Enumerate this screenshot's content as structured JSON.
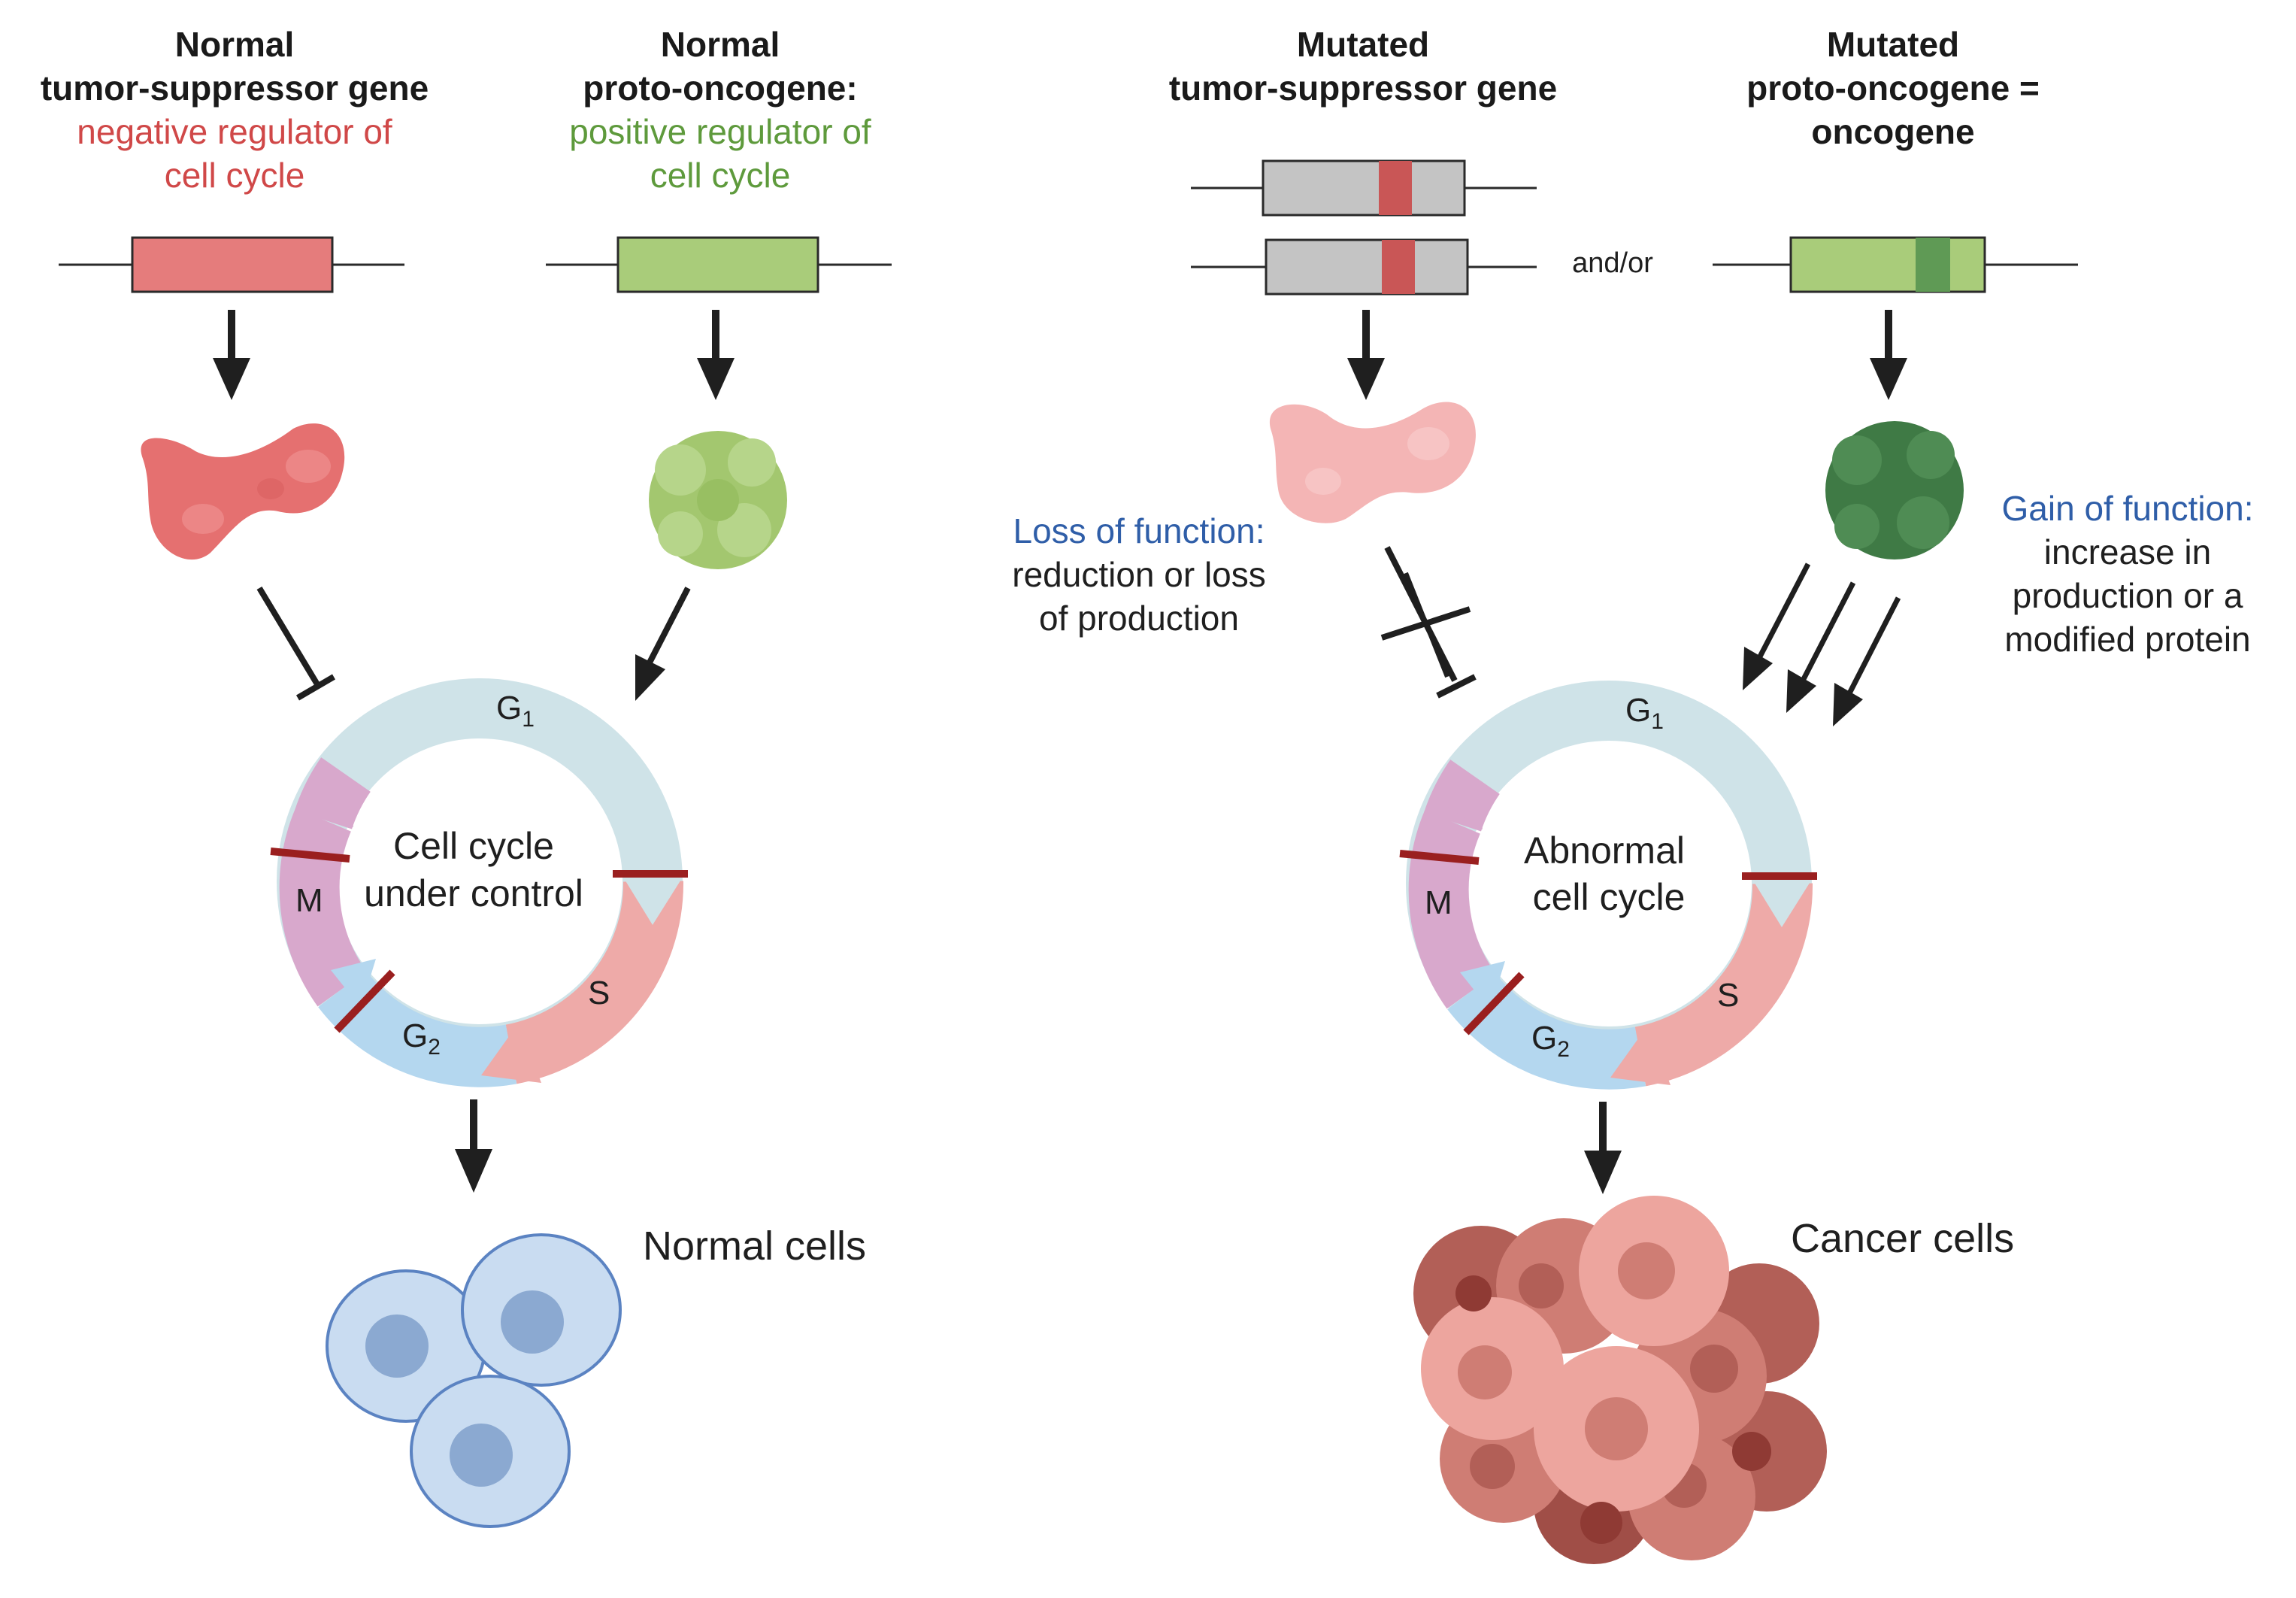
{
  "colors": {
    "title": "#1a1a1a",
    "negative": "#d04848",
    "positive": "#5e9a3c",
    "function_label": "#2f5ea8",
    "text": "#1f1f1f",
    "tsg_box": "#e57c7c",
    "proto_box": "#a9cc7a",
    "mutated_box": "#c4c4c4",
    "mutation_red": "#c95656",
    "mutation_green": "#5f9a55",
    "checkpoint": "#9a1f1f",
    "phase_g1": "#cfe3e8",
    "phase_s": "#eeaaa8",
    "phase_g2": "#b4d7ef",
    "phase_m": "#d8a8cc",
    "normal_cell": "#c9dcf1",
    "normal_nucleus": "#8ba9d1",
    "cancer_cell": "#e6948c",
    "cancer_dark": "#b25f57"
  },
  "left": {
    "tsg": {
      "title_line1": "Normal",
      "title_line2": "tumor-suppressor gene",
      "role_line1": "negative regulator of",
      "role_line2": "cell cycle"
    },
    "proto": {
      "title_line1": "Normal",
      "title_line2": "proto-oncogene:",
      "role_line1": "positive regulator of",
      "role_line2": "cell cycle"
    },
    "cycle": {
      "center_line1": "Cell cycle",
      "center_line2": "under control",
      "g1": "G",
      "g1_sub": "1",
      "s": "S",
      "g2": "G",
      "g2_sub": "2",
      "m": "M"
    },
    "outcome": "Normal cells"
  },
  "right": {
    "tsg": {
      "title_line1": "Mutated",
      "title_line2": "tumor-suppressor gene"
    },
    "andor": "and/or",
    "proto": {
      "title_line1": "Mutated",
      "title_line2": "proto-oncogene =",
      "title_line3": "oncogene"
    },
    "loss": {
      "heading": "Loss of function:",
      "line1": "reduction or loss",
      "line2": "of production"
    },
    "gain": {
      "heading": "Gain of function:",
      "line1": "increase in",
      "line2": "production or a",
      "line3": "modified protein"
    },
    "cycle": {
      "center_line1": "Abnormal",
      "center_line2": "cell cycle",
      "g1": "G",
      "g1_sub": "1",
      "s": "S",
      "g2": "G",
      "g2_sub": "2",
      "m": "M"
    },
    "outcome": "Cancer cells"
  }
}
